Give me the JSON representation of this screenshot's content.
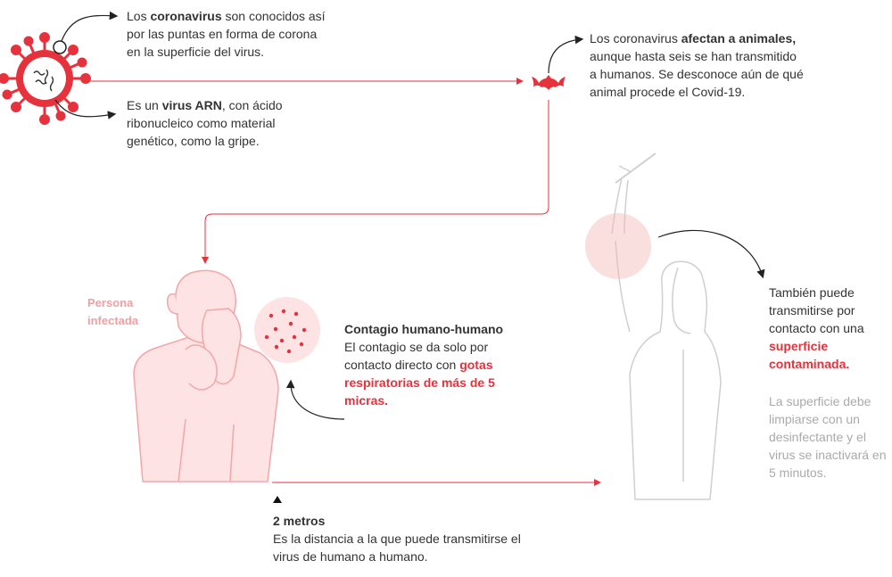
{
  "colors": {
    "accent": "#e6323c",
    "pink_fill": "#fde3e3",
    "pink_line": "#f3a6a9",
    "grey_line": "#cfcfcf",
    "text": "#333333",
    "muted": "#aaaaaa"
  },
  "virus_intro": {
    "part1": "Los ",
    "bold": "coronavirus",
    "part2": " son conocidos así por las puntas en forma de corona en la superficie del virus."
  },
  "virus_arn": {
    "part1": "Es un ",
    "bold": "virus ARN",
    "part2": ", con ácido ribonucleico como material genético, como la gripe."
  },
  "animals": {
    "part1": "Los coronavirus ",
    "bold": "afectan a animales,",
    "part2": " aunque hasta seis se han transmitido a humanos. Se desconoce aún de qué animal procede el Covid-19."
  },
  "infected_label": "Persona infectada",
  "contagion": {
    "title": "Contagio humano-humano",
    "text": "El contagio se da solo por contacto directo con ",
    "highlight": "gotas respiratorias de más de 5 micras."
  },
  "surface": {
    "text": "También puede transmitirse por contacto con una ",
    "highlight": "superficie contaminada.",
    "note": "La superficie debe limpiarse con un desinfectante y el virus se inactivará en 5 minutos."
  },
  "distance": {
    "title": "2 metros",
    "text": "Es la distancia a la que puede transmitirse el virus de humano a humano."
  },
  "icons": [
    "coronavirus-icon",
    "bat-icon",
    "droplets-icon",
    "triangle-up-icon"
  ]
}
